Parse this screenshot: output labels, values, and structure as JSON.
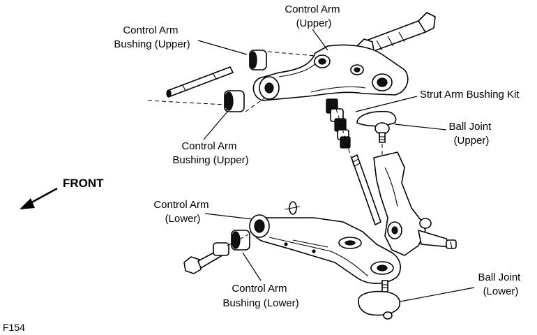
{
  "labels": {
    "control_arm_upper": [
      "Control Arm",
      "(Upper)"
    ],
    "bushing_upper_top": [
      "Control Arm",
      "Bushing (Upper)"
    ],
    "bushing_upper_mid": [
      "Control Arm",
      "Bushing (Upper)"
    ],
    "strut_arm_bushing_kit": "Strut Arm Bushing Kit",
    "ball_joint_upper": [
      "Ball Joint",
      "(Upper)"
    ],
    "front": "FRONT",
    "control_arm_lower": [
      "Control Arm",
      "(Lower)"
    ],
    "bushing_lower": [
      "Control Arm",
      "Bushing (Lower)"
    ],
    "ball_joint_lower": [
      "Ball Joint",
      "(Lower)"
    ]
  },
  "figure_id": "F154"
}
